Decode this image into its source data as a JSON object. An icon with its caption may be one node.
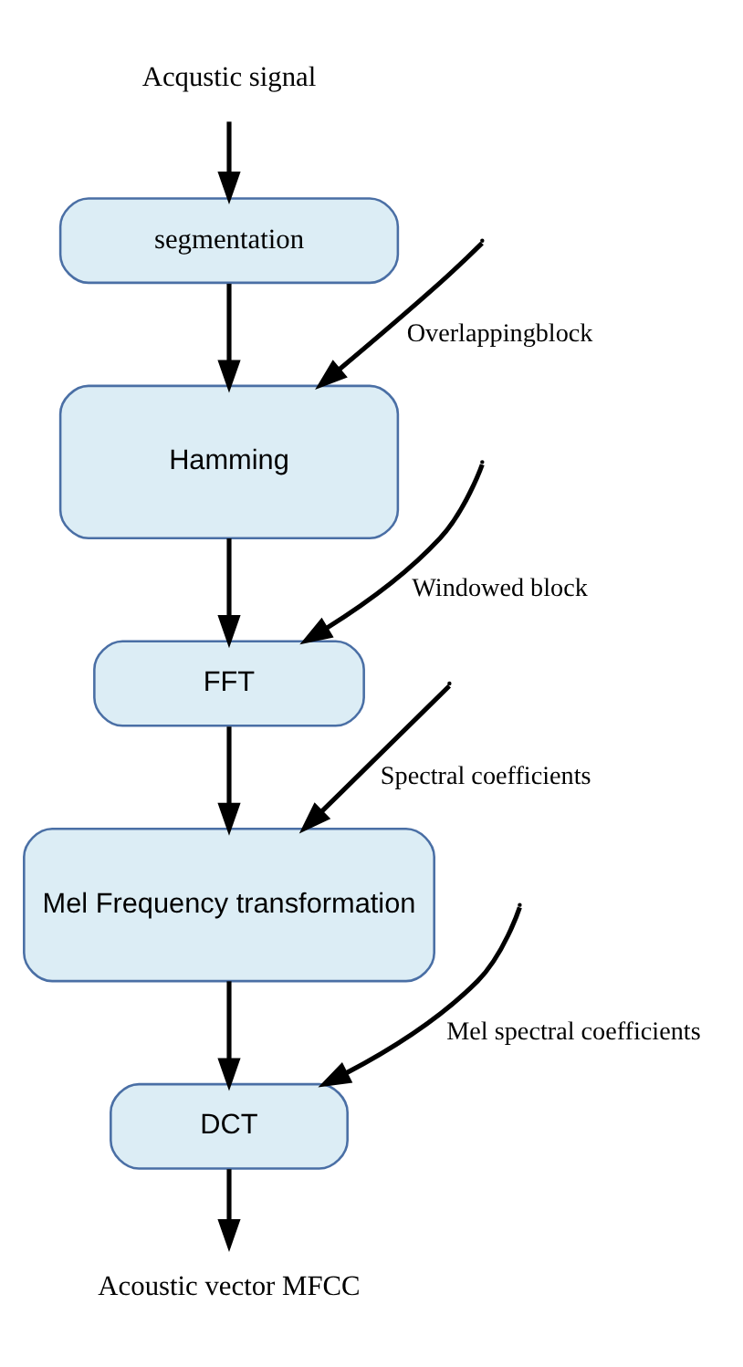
{
  "diagram": {
    "nodes": [
      {
        "text": [
          "Acqustic signal"
        ]
      },
      {
        "text": [
          "segmentation"
        ]
      },
      {
        "text": [
          "Hamming"
        ]
      },
      {
        "text": [
          "FFT"
        ]
      },
      {
        "text": [
          "Mel Frequency transformation"
        ]
      },
      {
        "text": [
          "DCT"
        ]
      },
      {
        "text": [
          "Acoustic vector MFCC"
        ]
      }
    ],
    "edges": [
      {
        "from": 0,
        "to": 1,
        "arrow": "to"
      },
      {
        "from": 1,
        "to": 2,
        "arrow": "to"
      },
      {
        "from": null,
        "to": 2,
        "arrow": "to",
        "label": "Overlappingblock"
      },
      {
        "from": 2,
        "to": 3,
        "arrow": "to"
      },
      {
        "from": null,
        "to": 3,
        "arrow": "to",
        "label": "Windowed block"
      },
      {
        "from": 3,
        "to": 4,
        "arrow": "to"
      },
      {
        "from": null,
        "to": 4,
        "arrow": "to",
        "label": "Spectral coefficients"
      },
      {
        "from": 4,
        "to": 5,
        "arrow": "to"
      },
      {
        "from": null,
        "to": 5,
        "arrow": "to",
        "label": "Mel spectral coefficients"
      },
      {
        "from": 5,
        "to": 6,
        "arrow": "to"
      }
    ]
  }
}
